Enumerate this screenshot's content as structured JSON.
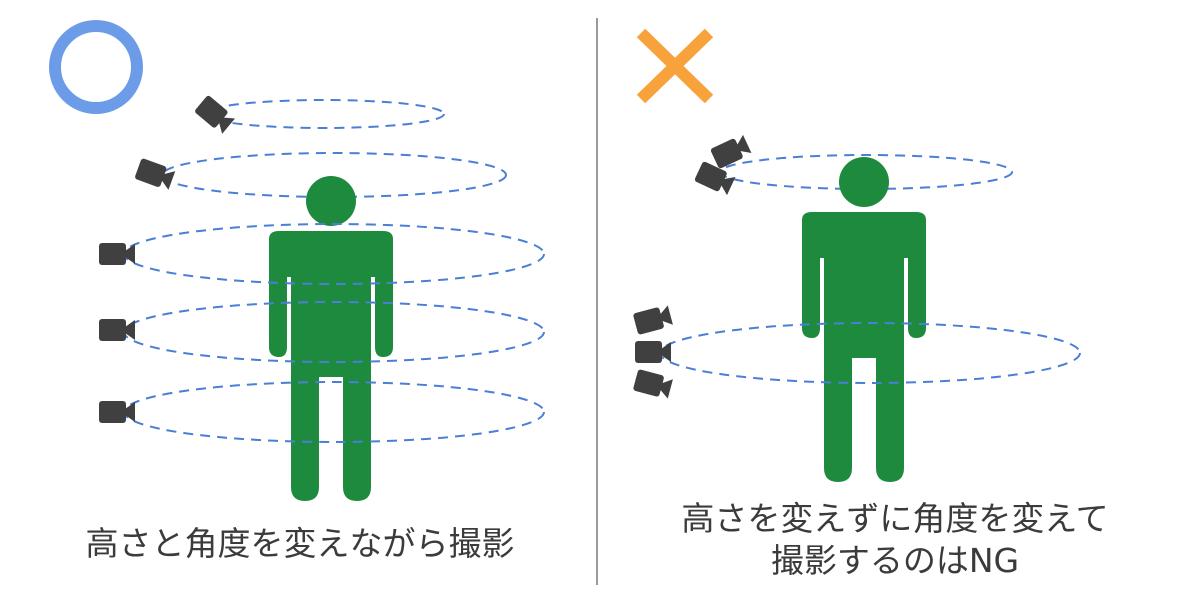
{
  "captions": {
    "good": "高さと角度を変えながら撮影",
    "bad_line1": "高さを変えずに角度を変えて",
    "bad_line2": "撮影するのはNG"
  },
  "symbols": {
    "good_mark": "circle-mark",
    "bad_mark": "cross-mark"
  },
  "colors": {
    "good_mark": "#6c9ce8",
    "bad_mark": "#f7a23b",
    "figure": "#1e8a3e",
    "orbit": "#4a7fd6",
    "camera": "#404040",
    "divider": "#9a9a9a",
    "text": "#3b3b3b"
  },
  "panels": [
    {
      "name": "good-example",
      "camera_rows": 5,
      "orbit_rings": 5
    },
    {
      "name": "bad-example",
      "camera_rows": 2,
      "orbit_rings": 2
    }
  ]
}
